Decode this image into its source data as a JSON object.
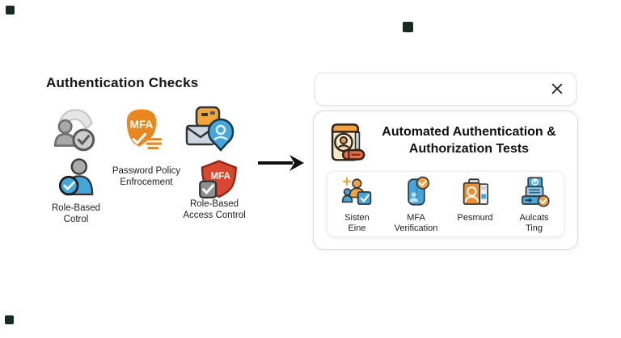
{
  "left_diagram": {
    "title": "Authentication Checks",
    "labels": {
      "password_policy": "Password Policy\nEnfrocement",
      "role_based_control": "Role-Based\nCotrol",
      "role_based_access": "Role-Based\nAccess Control"
    },
    "icons": [
      "user-verified-gray",
      "mfa-badge-orange",
      "mail-user-pin",
      "user-check-blue",
      "mfa-shield-check-red"
    ]
  },
  "arrow": {
    "icon": "right-arrow"
  },
  "right_panel": {
    "search": {
      "value": "",
      "placeholder": "",
      "close_icon": "close-x"
    },
    "card": {
      "title": "Automated Authentication &\nAuthorization Tests",
      "title_icon": "document-person-badge",
      "tests": [
        {
          "label": "Sisten\nEine",
          "icon": "team-task-check"
        },
        {
          "label": "MFA\nVerification",
          "icon": "phone-check"
        },
        {
          "label": "Pesmurd",
          "icon": "id-badge-device"
        },
        {
          "label": "Aulcats\nTing",
          "icon": "server-stack-check"
        }
      ]
    }
  },
  "colors": {
    "orange": "#EE8F2E",
    "orange_light": "#F2A341",
    "blue": "#45A6DB",
    "blue_light": "#8FCBE8",
    "red_shield": "#D8472F",
    "pill_red": "#E2714B",
    "gray_icon": "#A8A8A8",
    "tan_document": "#F6E8C8",
    "text": "#161616",
    "card_border": "#D8D8D8",
    "corner_square": "#152A20"
  }
}
